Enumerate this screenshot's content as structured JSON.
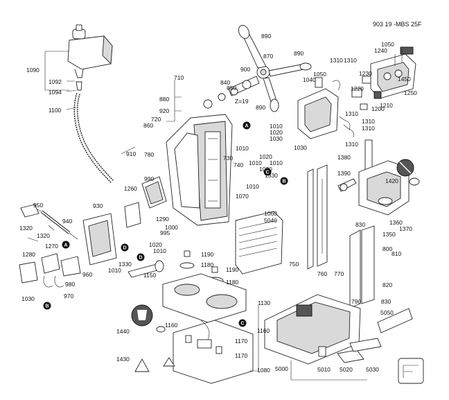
{
  "title": "903 19 -MBS 25F",
  "parts": [
    "1090",
    "1092",
    "1094",
    "1100",
    "710",
    "880",
    "920",
    "850",
    "840",
    "860",
    "720",
    "910",
    "780",
    "Z=19",
    "730",
    "740",
    "1070",
    "900",
    "870",
    "890",
    "890",
    "890",
    "1050",
    "1040",
    "1310",
    "1310",
    "1240",
    "1050",
    "1450",
    "1250",
    "1230",
    "1220",
    "1200",
    "1210",
    "1310",
    "1310",
    "1310",
    "1310",
    "1010",
    "1020",
    "1030",
    "1010",
    "1020",
    "1030",
    "1010",
    "1010",
    "1020",
    "1010",
    "1330",
    "1380",
    "1390",
    "1420",
    "1360",
    "1370",
    "1350",
    "990",
    "1260",
    "950",
    "930",
    "940",
    "995",
    "1000",
    "1290",
    "1020",
    "1010",
    "1010",
    "1320",
    "1320",
    "1270",
    "1280",
    "980",
    "960",
    "970",
    "1030",
    "1330",
    "1150",
    "1190",
    "1180",
    "1190",
    "1180",
    "1060",
    "5040",
    "750",
    "760",
    "770",
    "830",
    "800",
    "810",
    "820",
    "790",
    "830",
    "1130",
    "1440",
    "1160",
    "1160",
    "1170",
    "1170",
    "1430",
    "1080",
    "5000",
    "5010",
    "5020",
    "5030",
    "5050"
  ],
  "markers": [
    "A",
    "A",
    "B",
    "B",
    "C",
    "C",
    "D",
    "D"
  ]
}
